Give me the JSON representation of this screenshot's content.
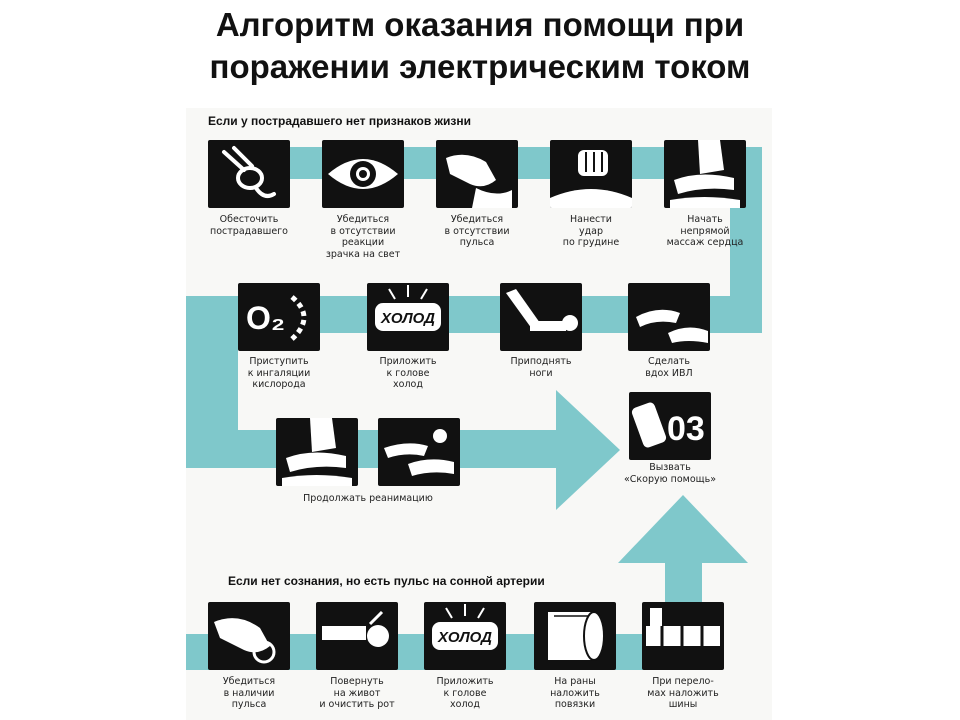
{
  "title": {
    "line1": "Алгоритм оказания помощи при",
    "line2": "поражении электрическим током"
  },
  "colors": {
    "flow": "#7fc8cb",
    "icon_bg": "#111111",
    "text": "#111111"
  },
  "section1": {
    "heading": "Если у пострадавшего нет признаков жизни",
    "row1": [
      {
        "icon": "unplug-icon",
        "caption": [
          "Обесточить",
          "пострадавшего"
        ]
      },
      {
        "icon": "eye-icon",
        "caption": [
          "Убедиться",
          "в отсутствии",
          "реакции",
          "зрачка на свет"
        ]
      },
      {
        "icon": "pulse-check-icon",
        "caption": [
          "Убедиться",
          "в отсутствии",
          "пульса"
        ]
      },
      {
        "icon": "fist-icon",
        "caption": [
          "Нанести",
          "удар",
          "по грудине"
        ]
      },
      {
        "icon": "chest-compression-icon",
        "caption": [
          "Начать",
          "непрямой",
          "массаж сердца"
        ]
      }
    ],
    "row2": [
      {
        "icon": "oxygen-icon",
        "label": "О₂",
        "caption": [
          "Приступить",
          "к ингаляции",
          "кислорода"
        ]
      },
      {
        "icon": "cold-pack-icon",
        "label": "ХОЛОД",
        "caption": [
          "Приложить",
          "к голове",
          "холод"
        ]
      },
      {
        "icon": "raise-legs-icon",
        "caption": [
          "Приподнять",
          "ноги"
        ]
      },
      {
        "icon": "rescue-breath-icon",
        "caption": [
          "Сделать",
          "вдох ИВЛ"
        ]
      }
    ],
    "row3": [
      {
        "icon": "chest-compression-icon"
      },
      {
        "icon": "resuscitation-icon"
      }
    ],
    "row3_caption": "Продолжать реанимацию",
    "call": {
      "icon": "phone-icon",
      "label": "03",
      "caption": [
        "Вызвать",
        "«Скорую помощь»"
      ]
    }
  },
  "section2": {
    "heading": "Если нет сознания, но есть пульс на сонной артерии",
    "row": [
      {
        "icon": "pulse-check-icon",
        "caption": [
          "Убедиться",
          "в наличии",
          "пульса"
        ]
      },
      {
        "icon": "turn-over-icon",
        "caption": [
          "Повернуть",
          "на живот",
          "и очистить рот"
        ]
      },
      {
        "icon": "cold-pack-icon",
        "label": "ХОЛОД",
        "caption": [
          "Приложить",
          "к голове",
          "холод"
        ]
      },
      {
        "icon": "bandage-icon",
        "caption": [
          "На раны",
          "наложить",
          "повязки"
        ]
      },
      {
        "icon": "splint-icon",
        "caption": [
          "При перело-",
          "мах наложить",
          "шины"
        ]
      }
    ]
  }
}
